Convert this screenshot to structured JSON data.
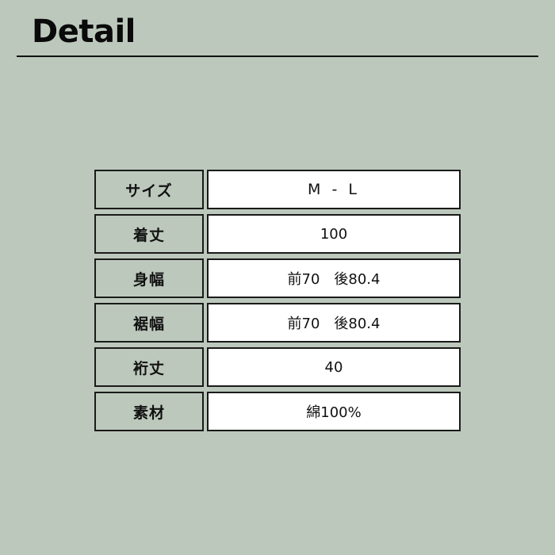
{
  "header": {
    "title": "Detail"
  },
  "spec_table": {
    "rows": [
      {
        "label": "サイズ",
        "value": "M - L"
      },
      {
        "label": "着丈",
        "value": "100"
      },
      {
        "label": "身幅",
        "value": "前70　後80.4"
      },
      {
        "label": "裾幅",
        "value": "前70　後80.4"
      },
      {
        "label": "裄丈",
        "value": "40"
      },
      {
        "label": "素材",
        "value": "綿100%"
      }
    ]
  },
  "colors": {
    "background": "#bcc8bc",
    "value_cell": "#ffffff",
    "border": "#1a1a1a"
  }
}
